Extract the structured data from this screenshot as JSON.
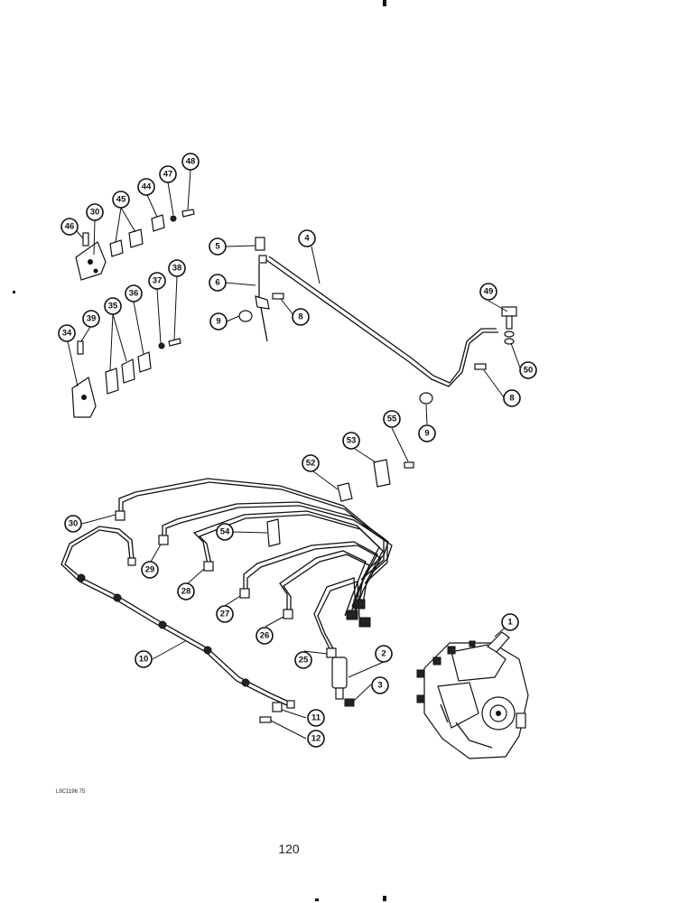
{
  "figure_ref": "L9C1196 75",
  "page_number": "120",
  "callouts": [
    "46",
    "30",
    "45",
    "44",
    "47",
    "48",
    "34",
    "39",
    "35",
    "36",
    "37",
    "38",
    "5",
    "4",
    "6",
    "9",
    "8",
    "49",
    "50",
    "8",
    "9",
    "55",
    "53",
    "52",
    "30",
    "54",
    "29",
    "28",
    "27",
    "26",
    "25",
    "10",
    "1",
    "2",
    "3",
    "11",
    "12"
  ]
}
